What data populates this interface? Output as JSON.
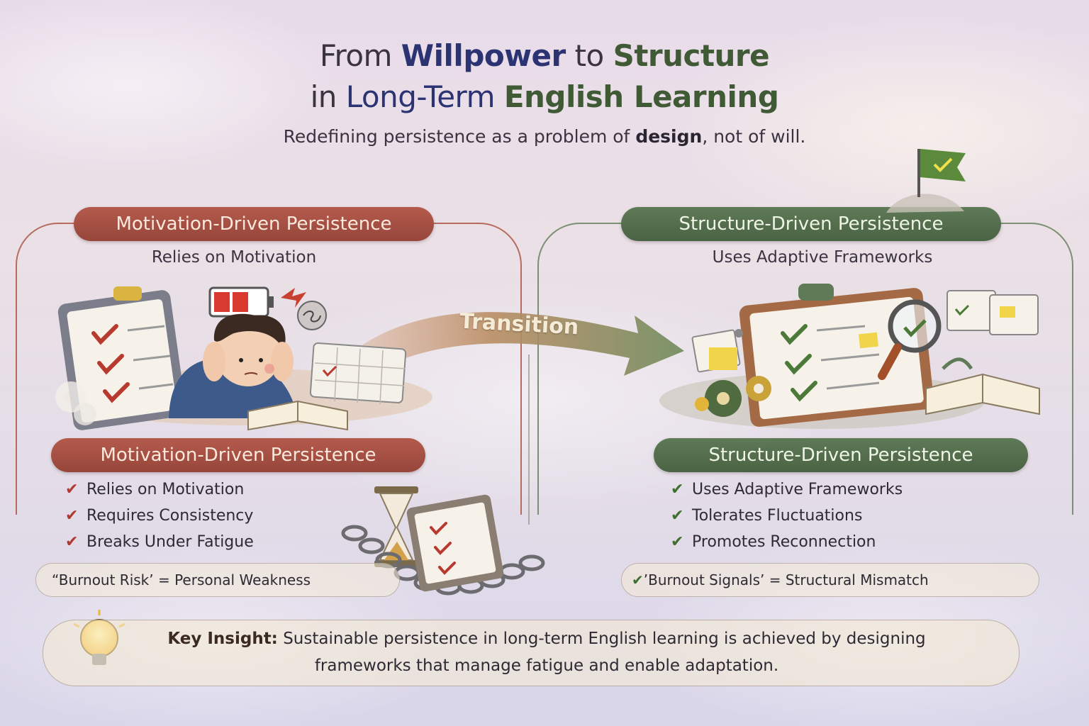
{
  "title": {
    "prefix": "From ",
    "word1": "Willpower",
    "middle": " to ",
    "word2": "Structure",
    "line2_prefix": "in ",
    "line2_mid": "Long-Term ",
    "line2_end": "English Learning"
  },
  "subtitle": {
    "before": "Redefining persistence as a problem of ",
    "bold": "design",
    "after": ", not of will."
  },
  "left": {
    "header": "Motivation-Driven Persistence",
    "subheader": "Relies on Motivation",
    "lower_header": "Motivation-Driven Persistence",
    "items": [
      "Relies on Motivation",
      "Requires Consistency",
      "Breaks Under Fatigue"
    ],
    "note": "“Burnout Risk’ = Personal Weakness",
    "accent": "#a24f43"
  },
  "transition_label": "Transition",
  "right": {
    "header": "Structure-Driven Persistence",
    "subheader": "Uses Adaptive Frameworks",
    "lower_header": "Structure-Driven Persistence",
    "items": [
      "Uses Adaptive Frameworks",
      "Tolerates Fluctuations",
      "Promotes Reconnection"
    ],
    "note": "’Burnout Signals’ = Structural Mismatch",
    "accent": "#556f4e"
  },
  "insight": {
    "label": "Key Insight:",
    "text": " Sustainable persistence in long-term English learning is achieved by designing frameworks that manage fatigue and enable adaptation."
  },
  "icons": [
    "clipboard-icon",
    "battery-low-icon",
    "stressed-student-icon",
    "calendar-icon",
    "open-book-icon",
    "hourglass-icon",
    "chain-icon",
    "magnifier-icon",
    "gears-icon",
    "flag-icon",
    "lightbulb-icon"
  ]
}
